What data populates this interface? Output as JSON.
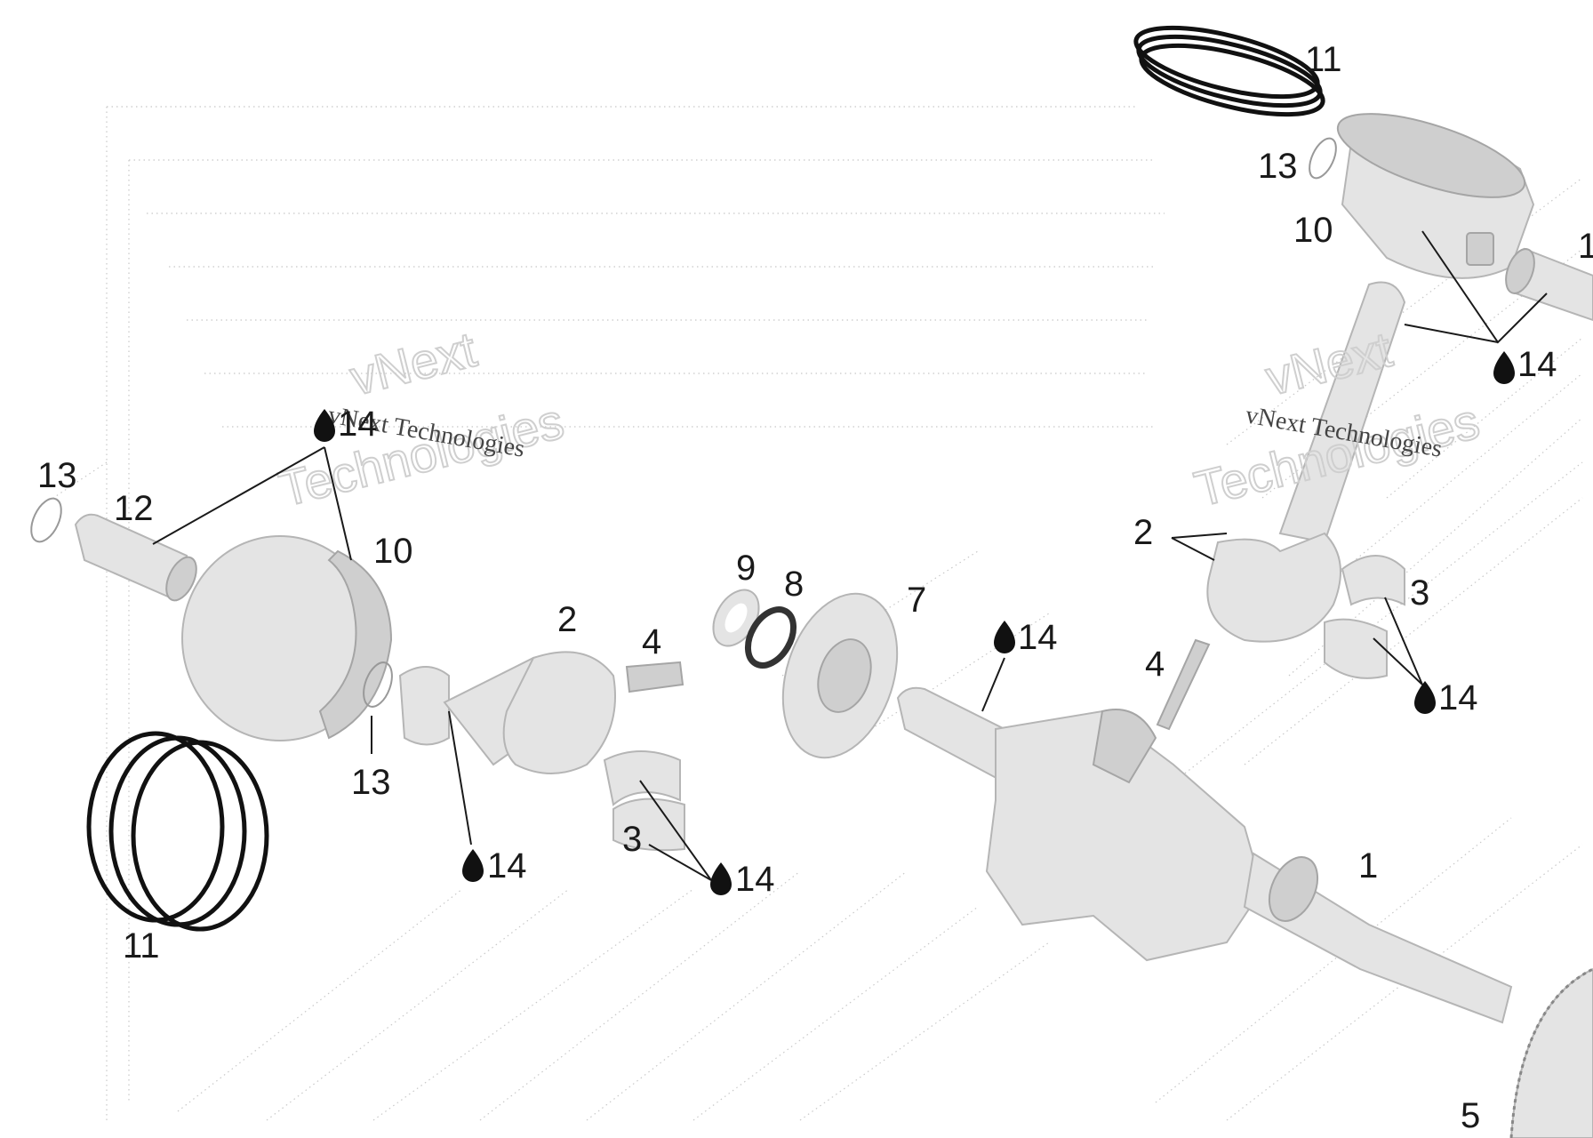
{
  "watermark": {
    "outline_line1": "vNext",
    "outline_line2": "Technologies",
    "serif_text": "vNext Technologies"
  },
  "callouts": [
    {
      "id": "c11-top",
      "text": "11"
    },
    {
      "id": "c13-top",
      "text": "13"
    },
    {
      "id": "c10-top",
      "text": "10"
    },
    {
      "id": "c12-top",
      "text": "1"
    },
    {
      "id": "c14-top-right",
      "text": "14"
    },
    {
      "id": "c14-top-left",
      "text": "14"
    },
    {
      "id": "c13-left",
      "text": "13"
    },
    {
      "id": "c12-left",
      "text": "12"
    },
    {
      "id": "c10-left",
      "text": "10"
    },
    {
      "id": "c2-right",
      "text": "2"
    },
    {
      "id": "c3-right",
      "text": "3"
    },
    {
      "id": "c9",
      "text": "9"
    },
    {
      "id": "c8",
      "text": "8"
    },
    {
      "id": "c7",
      "text": "7"
    },
    {
      "id": "c2-mid",
      "text": "2"
    },
    {
      "id": "c4-mid",
      "text": "4"
    },
    {
      "id": "c14-mid",
      "text": "14"
    },
    {
      "id": "c4-right",
      "text": "4"
    },
    {
      "id": "c14-right",
      "text": "14"
    },
    {
      "id": "c13-bottom",
      "text": "13"
    },
    {
      "id": "c3-mid",
      "text": "3"
    },
    {
      "id": "c14-rod",
      "text": "14"
    },
    {
      "id": "c14-bearing",
      "text": "14"
    },
    {
      "id": "c1",
      "text": "1"
    },
    {
      "id": "c11-bottom",
      "text": "11"
    },
    {
      "id": "c5",
      "text": "5"
    }
  ]
}
